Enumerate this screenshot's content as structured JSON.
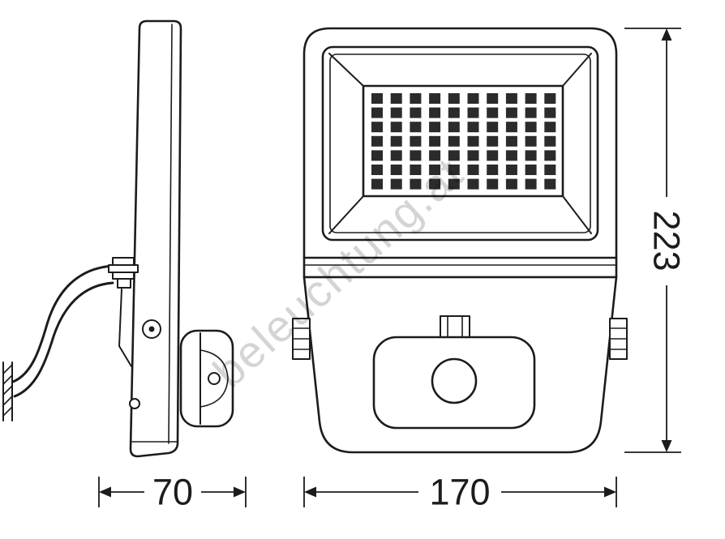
{
  "diagram": {
    "type": "technical-dimension-drawing",
    "subject": "LED floodlight with motion sensor, side view and front view",
    "dimensions": {
      "side_width": "70",
      "front_width": "170",
      "height": "223"
    },
    "watermark": "beleuchtung.at",
    "led_grid": {
      "rows": 7,
      "cols": 10
    },
    "colors": {
      "line": "#1c1c1c",
      "watermark": "#c9c9c9",
      "led_fill": "#2b2b2b",
      "background": "#ffffff"
    }
  }
}
